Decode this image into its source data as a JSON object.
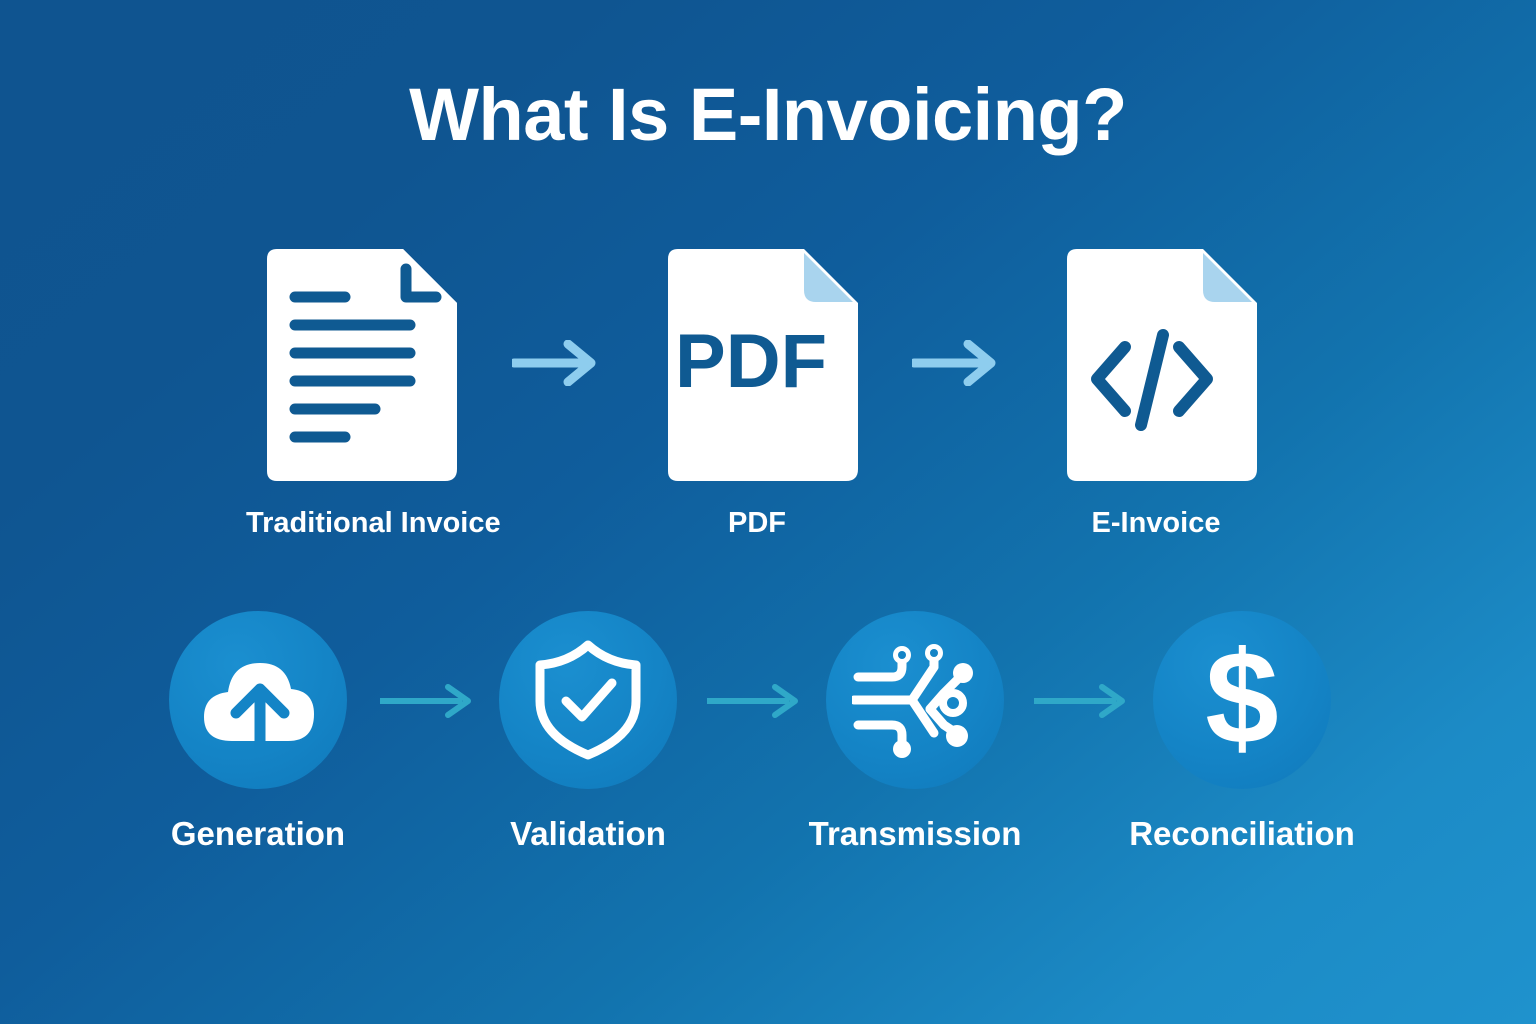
{
  "page": {
    "title": "What Is E-Invoicing?",
    "background_top_color": "#0f5490",
    "background_bottom_color": "#1f92cd"
  },
  "document_flow": {
    "steps": [
      {
        "label": "Traditional Invoice",
        "icon": "lined-document-icon",
        "badge_text": ""
      },
      {
        "label": "PDF",
        "icon": "pdf-document-icon",
        "badge_text": "PDF"
      },
      {
        "label": "E-Invoice",
        "icon": "code-document-icon",
        "badge_text": "</>"
      }
    ],
    "arrows": [
      "arrow-right-icon",
      "arrow-right-icon"
    ],
    "doc_fill_color": "#ffffff",
    "doc_accent_color": "#0f5a92",
    "doc_fold_color": "#a9d4ee",
    "arrow_color": "#8ecdee"
  },
  "process_flow": {
    "steps": [
      {
        "label": "Generation",
        "icon": "cloud-upload-icon"
      },
      {
        "label": "Validation",
        "icon": "shield-check-icon"
      },
      {
        "label": "Transmission",
        "icon": "circuit-network-icon"
      },
      {
        "label": "Reconciliation",
        "icon": "dollar-sign-icon"
      }
    ],
    "arrows": [
      "arrow-right-icon",
      "arrow-right-icon",
      "arrow-right-icon"
    ],
    "circle_color": "#1484c6",
    "icon_color": "#ffffff",
    "arrow_color": "#2fa8c8"
  }
}
